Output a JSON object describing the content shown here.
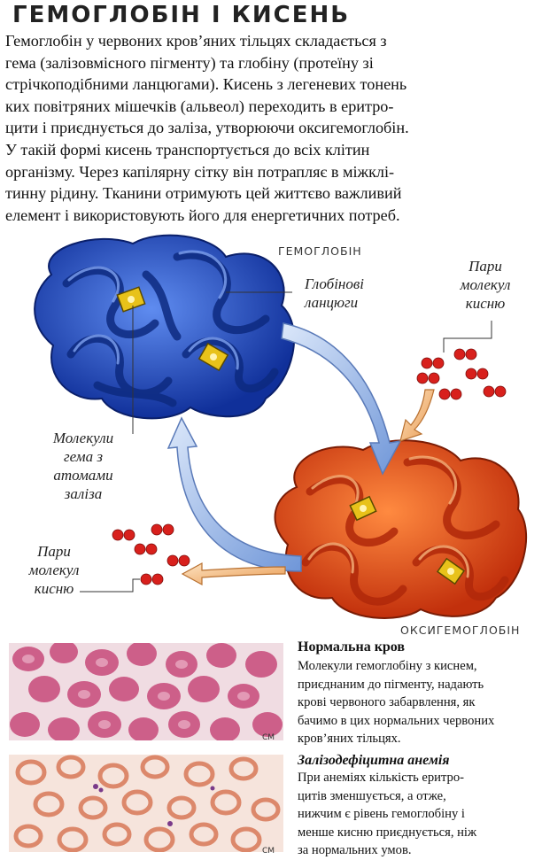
{
  "title": "ГЕМОГЛОБІН І КИСЕНЬ",
  "intro_lines": [
    "Гемоглобін у червоних кров’яних тільцях складається з",
    "гема (залізовмісного пігменту) та глобіну (протеїну зі",
    "стрічкоподібними ланцюгами). Кисень з легеневих  тонень",
    "ких повітряних мішечків (альвеол) переходить в еритро-",
    "цити і приєднується до заліза, утворюючи оксигемоглобін.",
    "У такій формі кисень транспортується до всіх клітин",
    "організму. Через капілярну сітку він потрапляє в міжклі-",
    "тинну рідину. Тканини отримують цей життєво важливий",
    "елемент і використовують його для енергетичних потреб."
  ],
  "diagram": {
    "label_hemoglobin": "ГЕМОГЛОБІН",
    "label_oxyhemoglobin": "ОКСИГЕМОГЛОБІН",
    "label_globin_chains": [
      "Глобінові",
      "ланцюги"
    ],
    "label_heme_molecules": [
      "Молекули",
      "гема з",
      "атомами",
      "заліза"
    ],
    "label_oxygen_pairs_top": [
      "Пари",
      "молекул",
      "кисню"
    ],
    "label_oxygen_pairs_left": [
      "Пари",
      "молекул",
      "кисню"
    ],
    "colors": {
      "hemoglobin": "#1f4fc8",
      "oxyhemoglobin": "#e8501a",
      "oxygen": "#d8201c",
      "arrow_blue": "#8fb0e0",
      "arrow_orange": "#f2b77a",
      "heme": "#e8c21a"
    }
  },
  "sections": [
    {
      "title": "Нормальна кров",
      "lines": [
        "Молекули гемоглобіну з киснем,",
        "приєднаним до пігменту, надають",
        "крові червоного забарвлення, як",
        "бачимо в цих нормальних червоних",
        "кров’яних тільцях."
      ],
      "scale_label": "СМ",
      "photo_color": "#c84a7a"
    },
    {
      "title": "Залізодефіцитна  анемія",
      "lines": [
        "При анеміях кількість еритро-",
        "цитів зменшується, а отже,",
        "нижчим є рівень гемоглобіну і",
        "менше кисню приєднується, ніж",
        "за нормальних умов."
      ],
      "scale_label": "СМ",
      "photo_color": "#e0906a"
    }
  ]
}
